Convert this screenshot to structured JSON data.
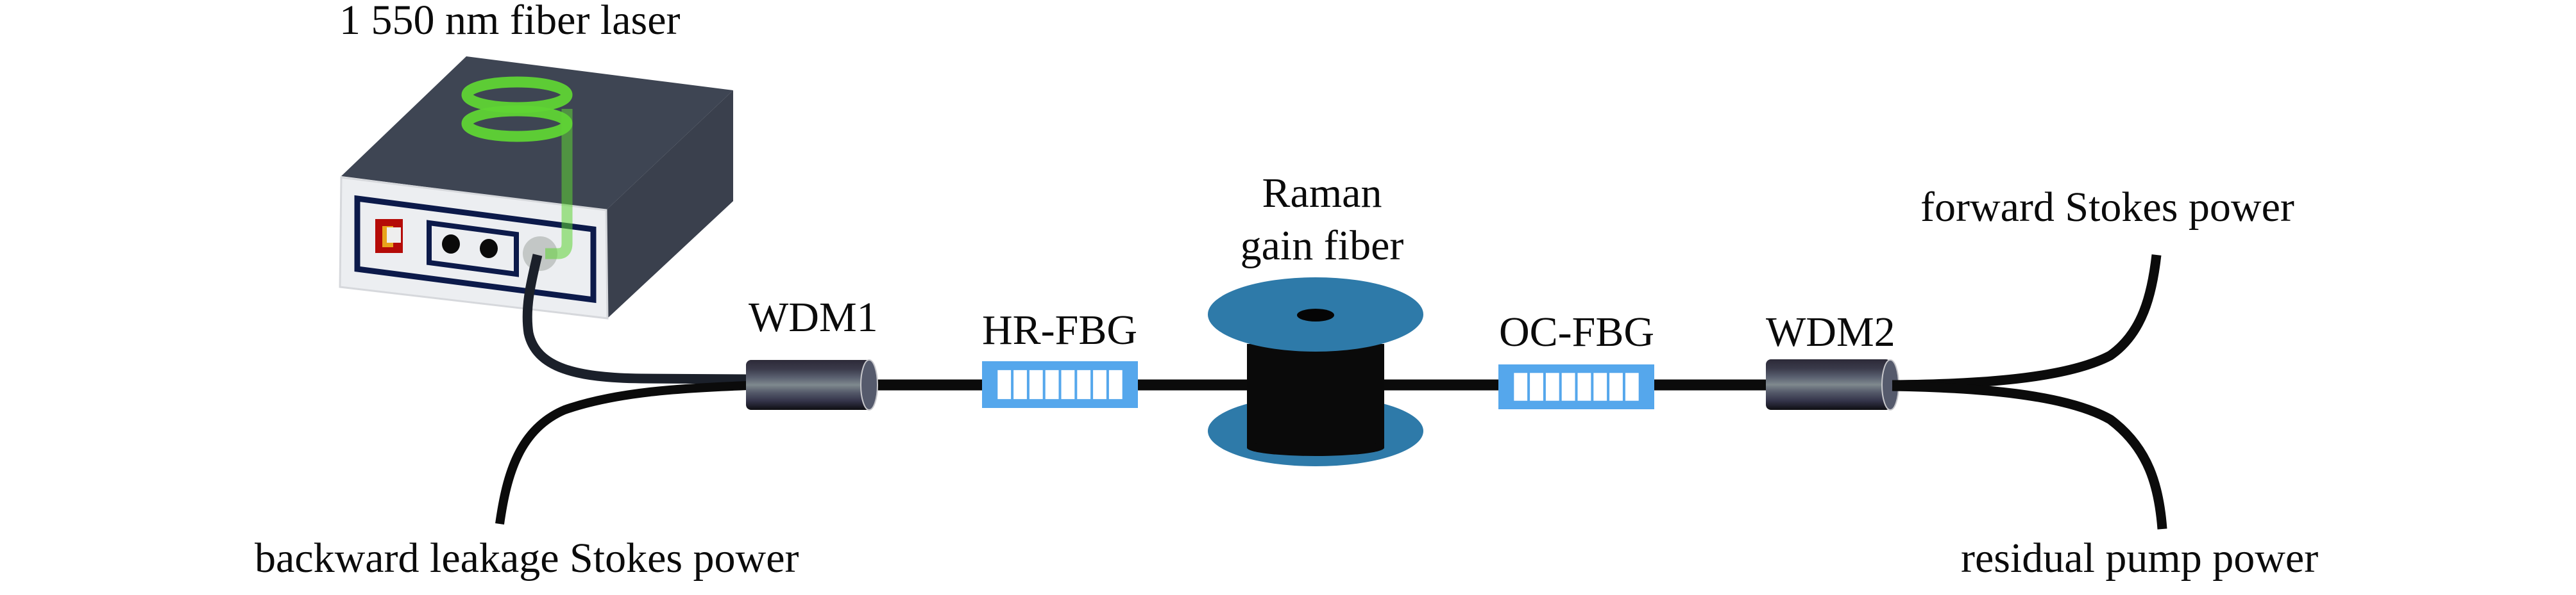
{
  "diagram": {
    "title": "Raman fiber laser experimental setup",
    "labels": {
      "laser": "1 550 nm fiber laser",
      "wdm1": "WDM1",
      "hr_fbg": "HR-FBG",
      "raman_line1": "Raman",
      "raman_line2": "gain fiber",
      "oc_fbg": "OC-FBG",
      "wdm2": "WDM2",
      "forward": "forward Stokes power",
      "residual": "residual pump power",
      "backward": "backward leakage Stokes power"
    },
    "components": [
      {
        "id": "laser",
        "type": "fiber-laser-source",
        "label": "1 550 nm fiber laser"
      },
      {
        "id": "wdm1",
        "type": "wavelength-division-multiplexer",
        "label": "WDM1"
      },
      {
        "id": "hr_fbg",
        "type": "fiber-bragg-grating",
        "label": "HR-FBG",
        "grating_lines": 8
      },
      {
        "id": "raman",
        "type": "fiber-spool",
        "label": "Raman gain fiber"
      },
      {
        "id": "oc_fbg",
        "type": "fiber-bragg-grating",
        "label": "OC-FBG",
        "grating_lines": 8
      },
      {
        "id": "wdm2",
        "type": "wavelength-division-multiplexer",
        "label": "WDM2"
      }
    ],
    "connections": [
      [
        "laser",
        "wdm1"
      ],
      [
        "wdm1",
        "hr_fbg"
      ],
      [
        "hr_fbg",
        "raman"
      ],
      [
        "raman",
        "oc_fbg"
      ],
      [
        "oc_fbg",
        "wdm2"
      ],
      [
        "wdm2",
        "forward Stokes power output"
      ],
      [
        "wdm2",
        "residual pump power output"
      ],
      [
        "wdm1",
        "backward leakage Stokes power output"
      ]
    ],
    "colors": {
      "box_top": "#3e4553",
      "box_side": "#3a404d",
      "box_front": "#eceef1",
      "panel_frame": "#0c1a4a",
      "coil_green": "#62d337",
      "fiber": "#0b0b0b",
      "fbg_blue": "#55a7ec",
      "spool_blue": "#2e7aa9",
      "indicator_red": "#b50b08",
      "indicator_orange": "#e8a31c"
    }
  }
}
